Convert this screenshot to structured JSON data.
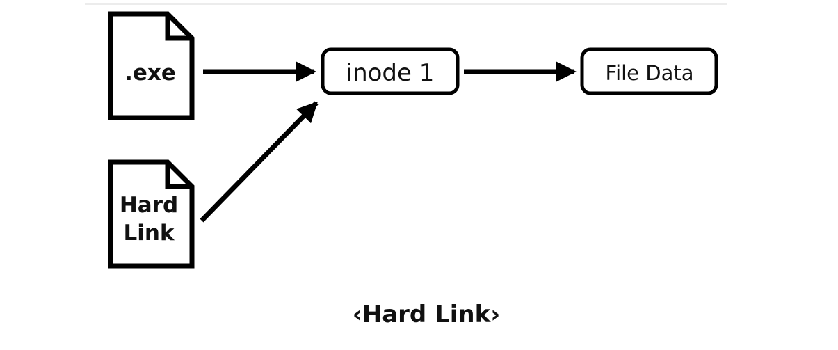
{
  "files": {
    "exe_label": ".exe",
    "hardlink_label_line1": "Hard",
    "hardlink_label_line2": "Link"
  },
  "nodes": {
    "inode_label": "inode 1",
    "filedata_label": "File Data"
  },
  "caption": "‹Hard Link›",
  "colors": {
    "stroke": "#000000",
    "text": "#111111",
    "background": "#ffffff",
    "top_rule": "#e6e6e6"
  }
}
